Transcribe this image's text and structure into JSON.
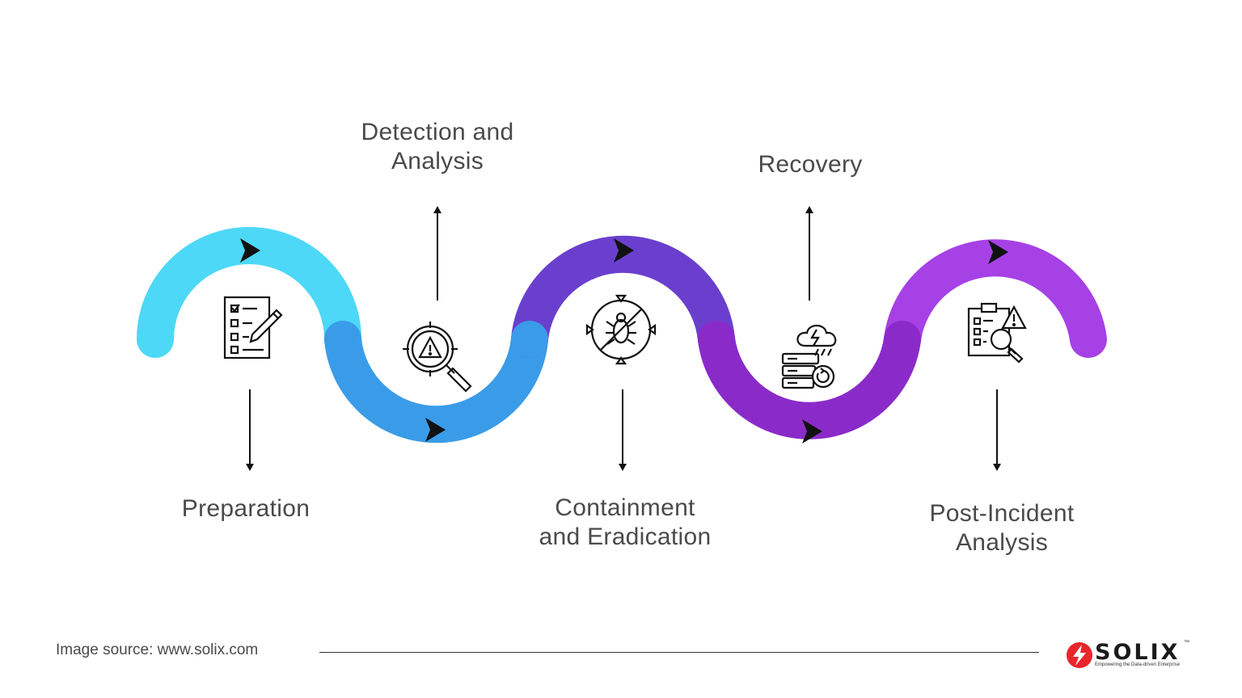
{
  "steps": [
    {
      "title_line1": "Preparation",
      "title_line2": "",
      "color": "#4dd8f7",
      "icon": "checklist-pen-icon"
    },
    {
      "title_line1": "Detection and",
      "title_line2": "Analysis",
      "color": "#3a9ce8",
      "icon": "target-warning-magnifier-icon"
    },
    {
      "title_line1": "Containment",
      "title_line2": "and Eradication",
      "color": "#6a3fce",
      "icon": "no-bug-target-icon"
    },
    {
      "title_line1": "Recovery",
      "title_line2": "",
      "color": "#8a2bc9",
      "icon": "cloud-server-restore-icon"
    },
    {
      "title_line1": "Post-Incident",
      "title_line2": "Analysis",
      "color": "#a641e6",
      "icon": "clipboard-warning-magnifier-icon"
    }
  ],
  "footer": {
    "source_text": "Image source: www.solix.com",
    "logo_text": "SOLIX",
    "logo_tagline": "Empowering the Data-driven Enterprise",
    "logo_tm": "™"
  },
  "colors": {
    "text": "#4a4a4a",
    "arrow": "#111111",
    "logo_red": "#e8262b"
  }
}
